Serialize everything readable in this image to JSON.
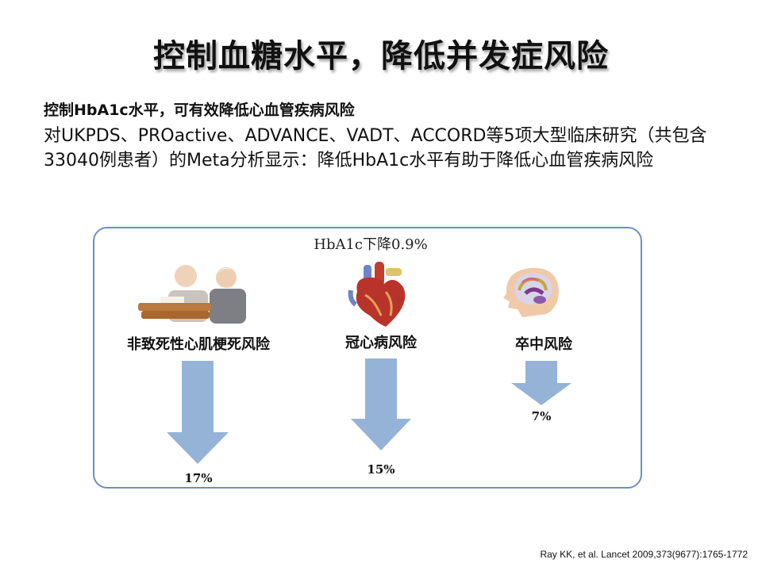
{
  "slide": {
    "title": "控制血糖水平，降低并发症风险",
    "subhead": "控制HbA1c水平，可有效降低心血管疾病风险",
    "body": "对UKPDS、PROactive、ADVANCE、VADT、ACCORD等5项大型临床研究（共包含33040例患者）的Meta分析显示：降低HbA1c水平有助于降低心血管疾病风险",
    "citation": "Ray KK, et al. Lancet 2009,373(9677):1765-1772"
  },
  "panel": {
    "title": "HbA1c下降0.9%",
    "items": [
      {
        "label": "非致死性心肌梗死风险",
        "reduction_text": "17%",
        "reduction_value": 17,
        "icon": "elderly-couple-image"
      },
      {
        "label": "冠心病风险",
        "reduction_text": "15%",
        "reduction_value": 15,
        "icon": "heart-image"
      },
      {
        "label": "卒中风险",
        "reduction_text": "7%",
        "reduction_value": 7,
        "icon": "brain-image"
      }
    ]
  },
  "colors": {
    "arrow": "#95b3d7",
    "panel_border": "#6c8ec3"
  }
}
